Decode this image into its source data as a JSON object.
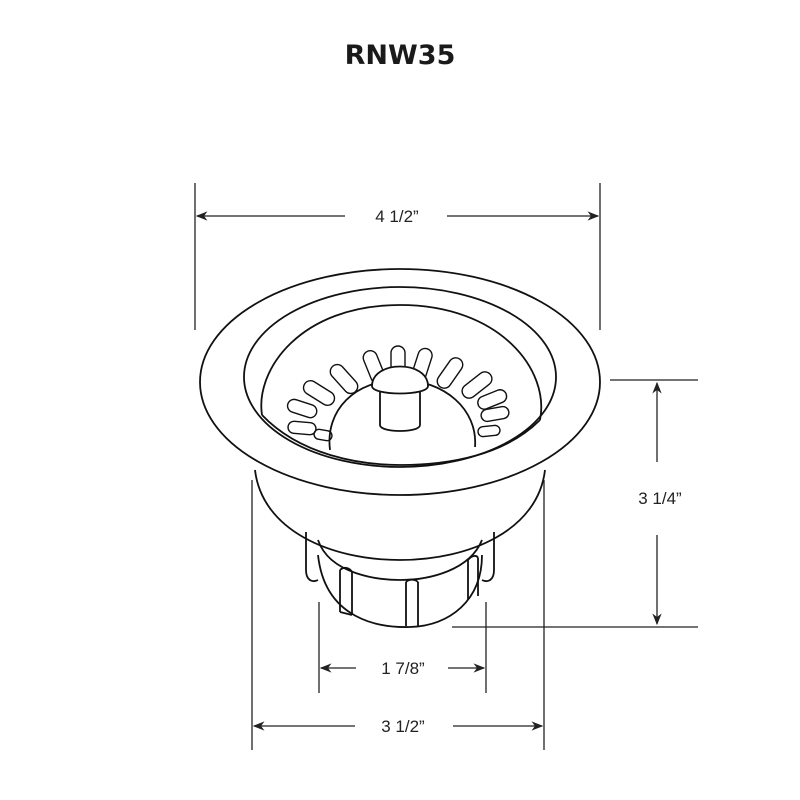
{
  "title": "RNW35",
  "dimensions": {
    "top_width": {
      "label": "4 1/2”"
    },
    "height": {
      "label": "3 1/4”"
    },
    "nut_width": {
      "label": "1 7/8”"
    },
    "body_width": {
      "label": "3 1/2”"
    }
  },
  "colors": {
    "line": "#111111",
    "background": "#ffffff"
  }
}
